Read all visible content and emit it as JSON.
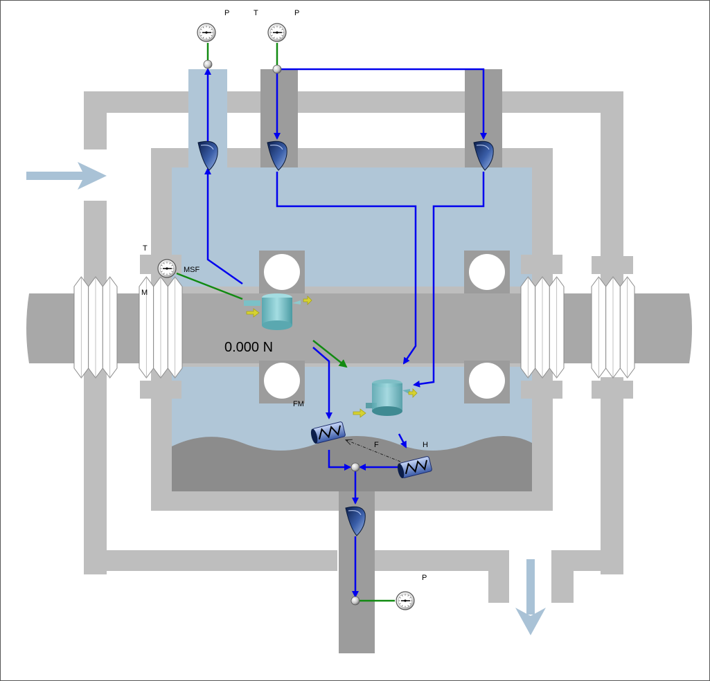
{
  "labels": {
    "p_top_left": "P",
    "t_top": "T",
    "p_top_right": "P",
    "t_left": "T",
    "msf": "MSF",
    "m": "M",
    "force_readout": "0.000 N",
    "fm": "FM",
    "f": "F",
    "h": "H",
    "p_bottom": "P"
  },
  "colors": {
    "frame": "#bebebe",
    "dark_pipe": "#9c9c9c",
    "fluid": "#b0c6d7",
    "sump": "#8c8c8c",
    "flow_line": "#0000ee",
    "signal_line": "#118a11",
    "flow_arrow": "#a9c2d6"
  },
  "icons": [
    "pressure-gauge-icon",
    "nozzle-icon",
    "tank-icon",
    "heat-exchanger-icon",
    "junction-node-icon",
    "bellows-icon",
    "flow-direction-arrow-icon"
  ]
}
